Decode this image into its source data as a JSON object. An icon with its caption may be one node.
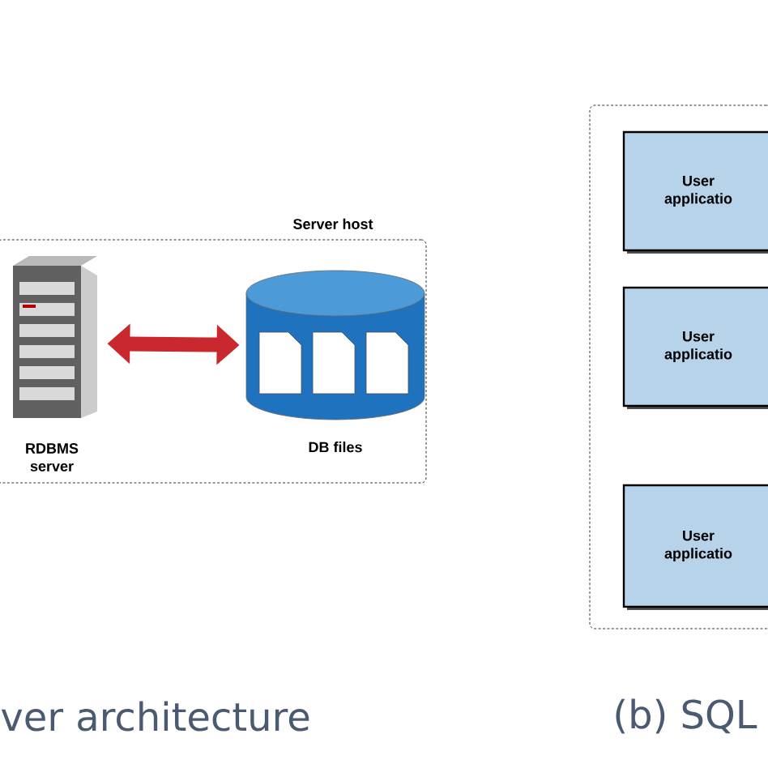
{
  "diagram": {
    "nodes": [
      {
        "text": [
          "Server host"
        ]
      },
      {
        "text": [
          "RDBMS server"
        ],
        "in": 0
      },
      {
        "text": [
          "DB files"
        ],
        "in": 0
      },
      {
        "text": [],
        "shape": "box"
      },
      {
        "text": [
          "User applicatio"
        ],
        "in": 3
      },
      {
        "text": [
          "User applicatio"
        ],
        "in": 3
      },
      {
        "text": [
          "User applicatio"
        ],
        "in": 3
      }
    ],
    "edges": [
      {
        "from": 1,
        "to": 2,
        "arrow": "both",
        "color": "#c8282e"
      }
    ],
    "labels": [
      "ver architecture",
      "(b) SQL"
    ]
  }
}
